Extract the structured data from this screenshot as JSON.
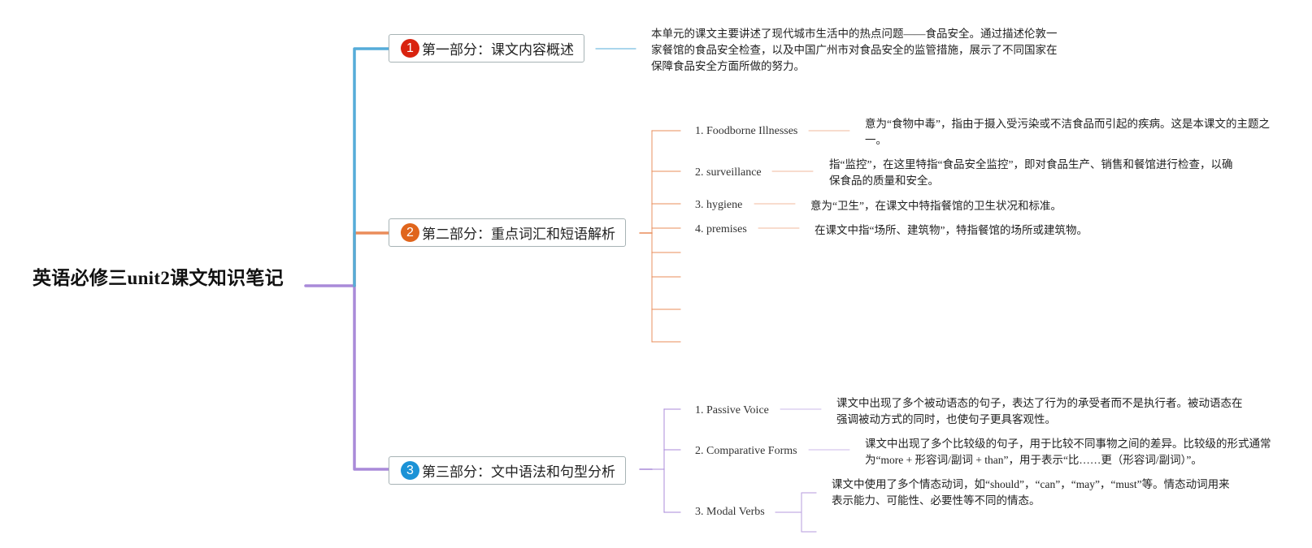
{
  "root": {
    "title": "英语必修三unit2课文知识笔记"
  },
  "colors": {
    "section1": "#55acd9",
    "section2": "#ea8c5a",
    "section3": "#a98ad9",
    "root_trunk": "#a98ad9",
    "badge1": "#d9230f",
    "badge2": "#e0651c",
    "badge3": "#1b92d6"
  },
  "sections": [
    {
      "number": "1",
      "label": "第一部分：课文内容概述",
      "summary": "本单元的课文主要讲述了现代城市生活中的热点问题——食品安全。通过描述伦敦一家餐馆的食品安全检查，以及中国广州市对食品安全的监管措施，展示了不同国家在保障食品安全方面所做的努力。"
    },
    {
      "number": "2",
      "label": "第二部分：重点词汇和短语解析",
      "items": [
        {
          "term": "1. Foodborne Illnesses",
          "note": "意为“食物中毒”，指由于摄入受污染或不洁食品而引起的疾病。这是本课文的主题之一。"
        },
        {
          "term": "2. surveillance",
          "note": "指“监控”，在这里特指“食品安全监控”，即对食品生产、销售和餐馆进行检查，以确保食品的质量和安全。"
        },
        {
          "term": "3. hygiene",
          "note": "意为“卫生”，在课文中特指餐馆的卫生状况和标准。"
        },
        {
          "term": "4. premises",
          "note": "在课文中指“场所、建筑物”，特指餐馆的场所或建筑物。"
        }
      ]
    },
    {
      "number": "3",
      "label": "第三部分：文中语法和句型分析",
      "items": [
        {
          "term": "1. Passive Voice",
          "note": "课文中出现了多个被动语态的句子，表达了行为的承受者而不是执行者。被动语态在强调被动方式的同时，也使句子更具客观性。"
        },
        {
          "term": "2. Comparative Forms",
          "note": "课文中出现了多个比较级的句子，用于比较不同事物之间的差异。比较级的形式通常为“more + 形容词/副词 + than”，用于表示“比……更（形容词/副词）”。"
        },
        {
          "term": "3. Modal Verbs",
          "note": "课文中使用了多个情态动词，如“should”，“can”，“may”，“must”等。情态动词用来表示能力、可能性、必要性等不同的情态。"
        }
      ]
    }
  ]
}
